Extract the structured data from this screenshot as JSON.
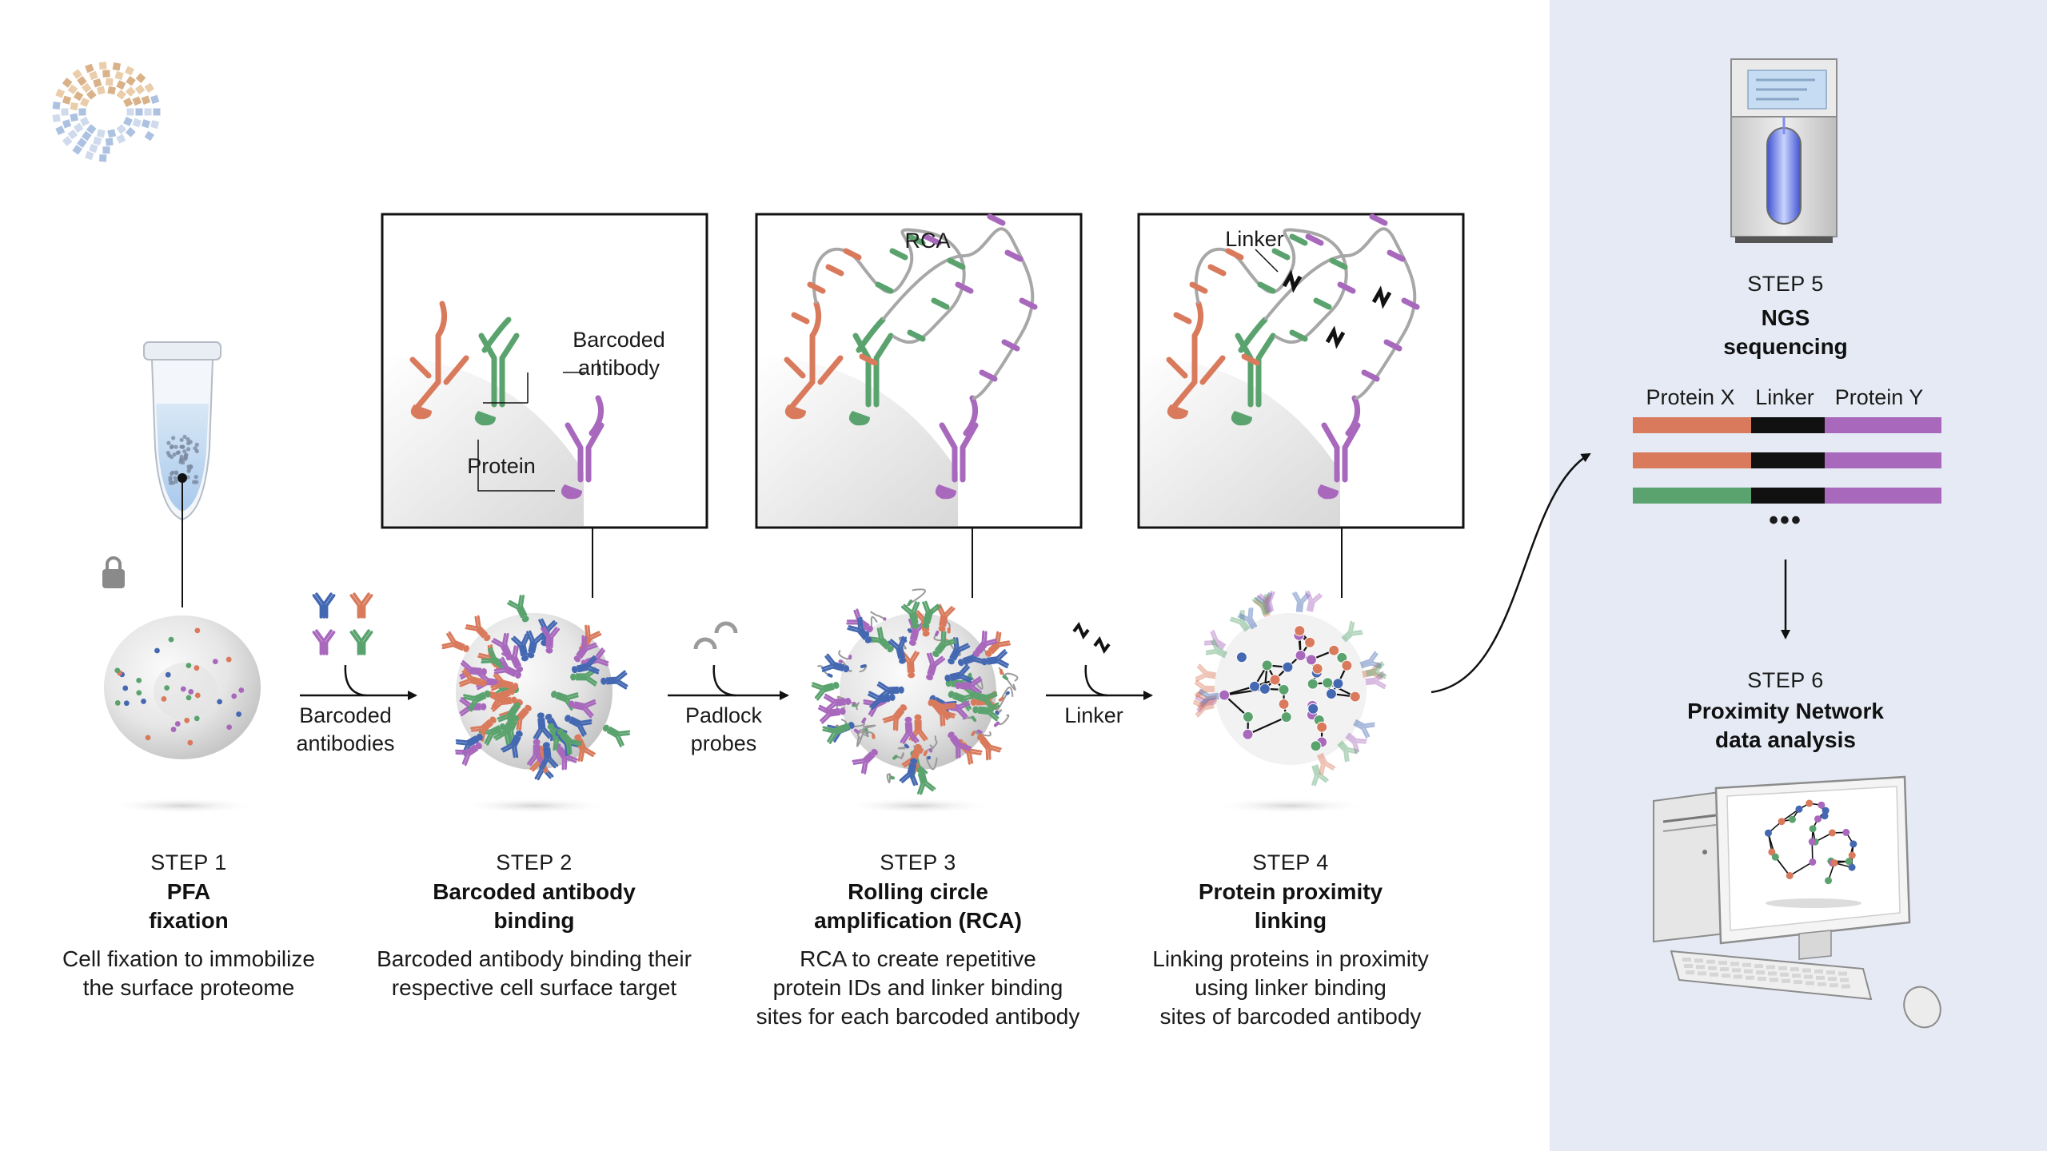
{
  "steps": [
    {
      "num": "STEP 1",
      "title": "PFA\nfixation",
      "desc": "Cell fixation to immobilize\nthe surface proteome"
    },
    {
      "num": "STEP 2",
      "title": "Barcoded antibody\nbinding",
      "desc": "Barcoded antibody binding their\nrespective cell surface target"
    },
    {
      "num": "STEP 3",
      "title": "Rolling circle\namplification (RCA)",
      "desc": "RCA to create repetitive\nprotein IDs and linker binding\nsites for each barcoded antibody"
    },
    {
      "num": "STEP 4",
      "title": "Protein proximity\nlinking",
      "desc": "Linking proteins in proximity\nusing linker binding\nsites of barcoded antibody"
    },
    {
      "num": "STEP 5",
      "title": "NGS\nsequencing"
    },
    {
      "num": "STEP 6",
      "title": "Proximity Network\ndata analysis"
    }
  ],
  "arrows": {
    "a1": "Barcoded\nantibodies",
    "a2": "Padlock\nprobes",
    "a3": "Linker"
  },
  "insets": {
    "step2_barcoded": "Barcoded\nantibody",
    "step2_protein": "Protein",
    "step3_rca": "RCA",
    "step4_linker": "Linker"
  },
  "sequence": {
    "headers": [
      "Protein X",
      "Linker",
      "Protein Y"
    ],
    "ellipsis": "•••"
  },
  "colors": {
    "orange": "#d97a5c",
    "green": "#5ba36e",
    "purple": "#a869bd",
    "blue": "#4468b1",
    "black": "#111111",
    "panel": "#e5eaf4"
  },
  "icons": [
    "logo-icon",
    "tube-icon",
    "lock-icon",
    "sequencer-icon",
    "computer-icon"
  ]
}
